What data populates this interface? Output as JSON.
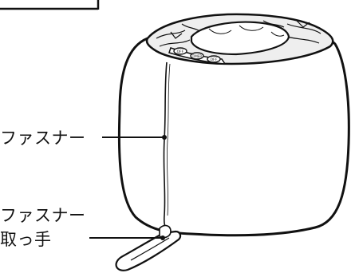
{
  "labels": {
    "zipper": "ファスナー",
    "zipper_pull_line1": "ファスナー",
    "zipper_pull_line2": "取っ手"
  },
  "controls": {
    "button_1": "OFF",
    "button_2": "TIMER",
    "button_3": "OFF"
  },
  "colors": {
    "line": "#111111",
    "background": "#ffffff",
    "fabric_fill": "#ffffff",
    "inner_shade": "#e8e8e8"
  }
}
